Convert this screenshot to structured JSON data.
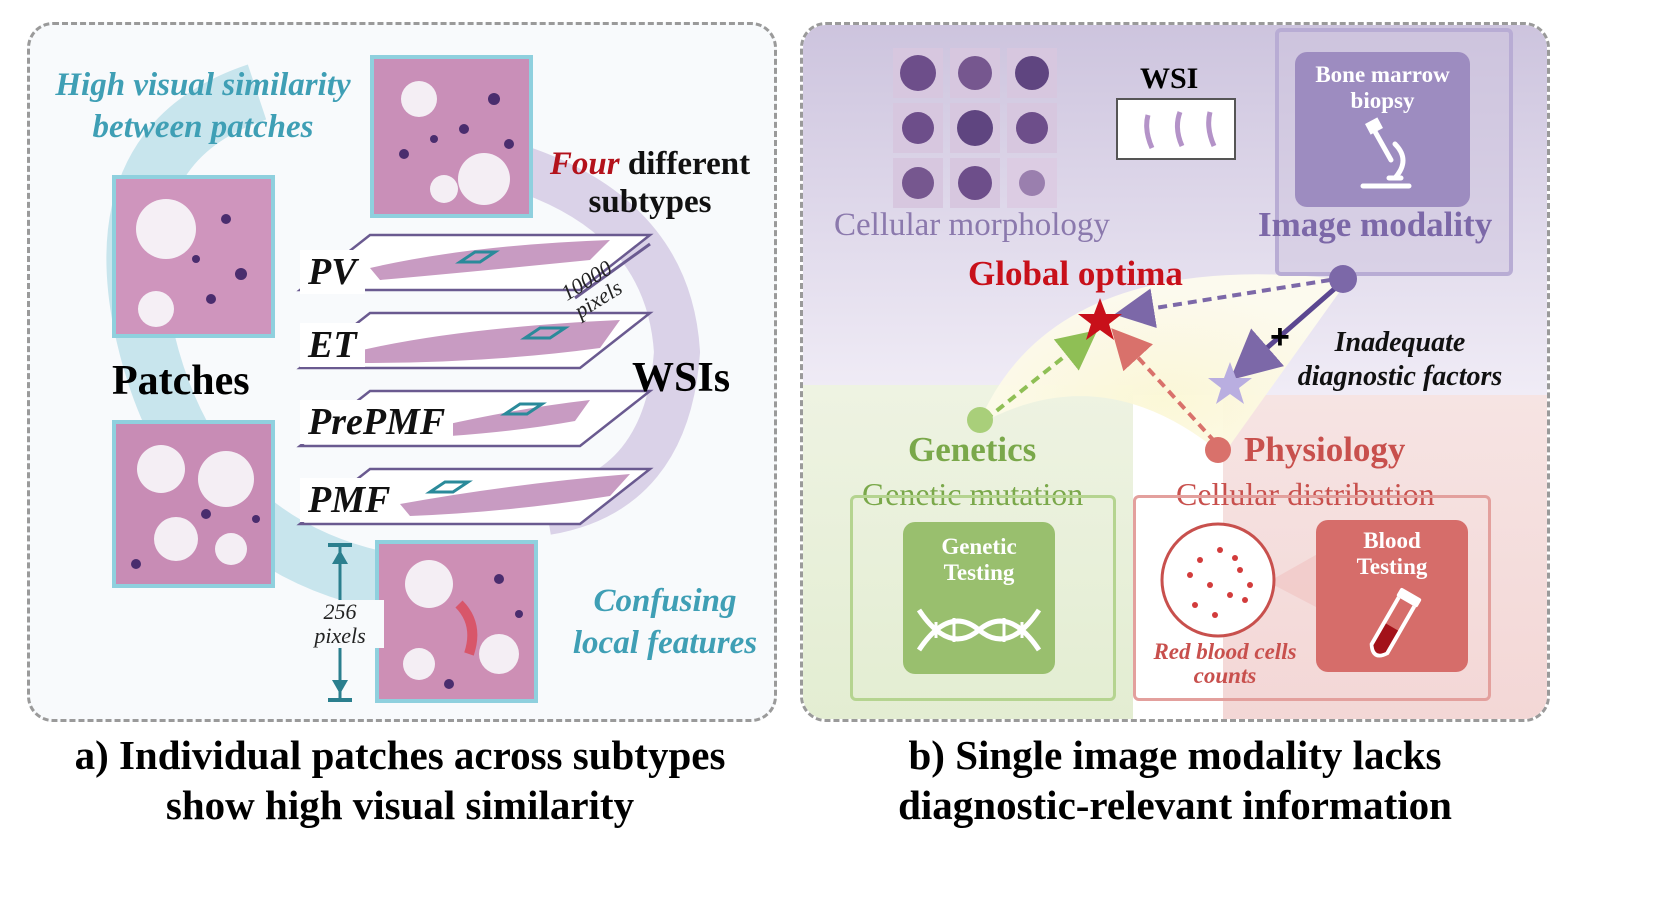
{
  "left_panel": {
    "similarity_label_line1": "High visual similarity",
    "similarity_label_line2": "between patches",
    "four_word": "Four",
    "different_word": "different",
    "subtypes_word": "subtypes",
    "patches_label": "Patches",
    "wsis_label": "WSIs",
    "slices": [
      "PV",
      "ET",
      "PrePMF",
      "PMF"
    ],
    "wsi_size_value": "10000",
    "wsi_size_unit": "pixels",
    "patch_size_value": "256",
    "patch_size_unit": "pixels",
    "confusing_line1": "Confusing",
    "confusing_line2": "local features",
    "caption_line1": "a) Individual patches across subtypes",
    "caption_line2": "show high visual similarity"
  },
  "right_panel": {
    "wsi_label": "WSI",
    "bone_marrow_line1": "Bone marrow",
    "bone_marrow_line2": "biopsy",
    "cellular_morphology": "Cellular morphology",
    "image_modality": "Image modality",
    "global_optima": "Global optima",
    "inadequate_line1": "Inadequate",
    "inadequate_line2": "diagnostic factors",
    "genetics": "Genetics",
    "genetic_mutation": "Genetic mutation",
    "genetic_testing_line1": "Genetic",
    "genetic_testing_line2": "Testing",
    "physiology": "Physiology",
    "cellular_distribution": "Cellular distribution",
    "blood_testing_line1": "Blood",
    "blood_testing_line2": "Testing",
    "rbc_line1": "Red blood cells",
    "rbc_line2": "counts",
    "caption_line1": "b) Single image modality lacks",
    "caption_line2": "diagnostic-relevant information"
  },
  "colors": {
    "teal": "#3f9fb5",
    "purple": "#7c68a8",
    "green": "#7aa84a",
    "red": "#c8504d",
    "star_red": "#c8101a",
    "four_red": "#b3121b"
  }
}
